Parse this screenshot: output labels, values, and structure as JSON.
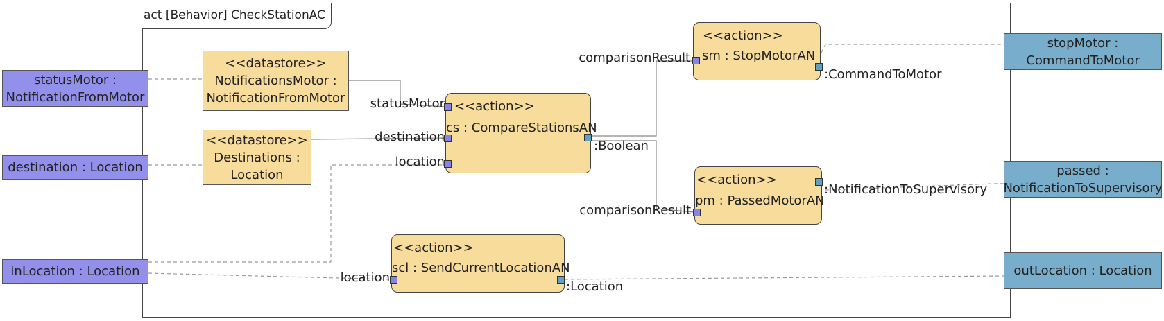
{
  "frame": {
    "title": "act [Behavior] CheckStationAC"
  },
  "input_parameters": {
    "status_motor": [
      "statusMotor :",
      "NotificationFromMotor"
    ],
    "destination": "destination : Location",
    "in_location": "inLocation : Location"
  },
  "output_parameters": {
    "stop_motor": [
      "stopMotor :",
      "CommandToMotor"
    ],
    "passed": [
      "passed :",
      "NotificationToSupervisory"
    ],
    "out_location": "outLocation : Location"
  },
  "datastores": {
    "notifications_motor": {
      "stereotype": "<<datastore>>",
      "lines": [
        "NotificationsMotor :",
        "NotificationFromMotor"
      ]
    },
    "destinations": {
      "stereotype": "<<datastore>>",
      "lines": [
        "Destinations :",
        "Location"
      ]
    }
  },
  "actions": {
    "compare_stations": {
      "stereotype": "<<action>>",
      "name": "cs : CompareStationsAN",
      "pins": {
        "status_motor": "statusMotor",
        "destination": "destination",
        "location": "location",
        "result": ":Boolean"
      }
    },
    "stop_motor": {
      "stereotype": "<<action>>",
      "name": "sm : StopMotorAN",
      "pins": {
        "input": "comparisonResult",
        "output": ":CommandToMotor"
      }
    },
    "passed_motor": {
      "stereotype": "<<action>>",
      "name": "pm : PassedMotorAN",
      "pins": {
        "input": "comparisonResult",
        "output": ":NotificationToSupervisory"
      }
    },
    "send_current_location": {
      "stereotype": "<<action>>",
      "name": "scl : SendCurrentLocationAN",
      "pins": {
        "input": "location",
        "output": ":Location"
      }
    }
  },
  "colors": {
    "input_parameter_fill": "#9390ec",
    "output_parameter_fill": "#78aecb",
    "node_fill": "#f8dc9c",
    "input_pin_fill": "#8585e8",
    "output_pin_fill": "#5ea2c4",
    "object_flow": "#888888",
    "control_flow": "#999999"
  }
}
